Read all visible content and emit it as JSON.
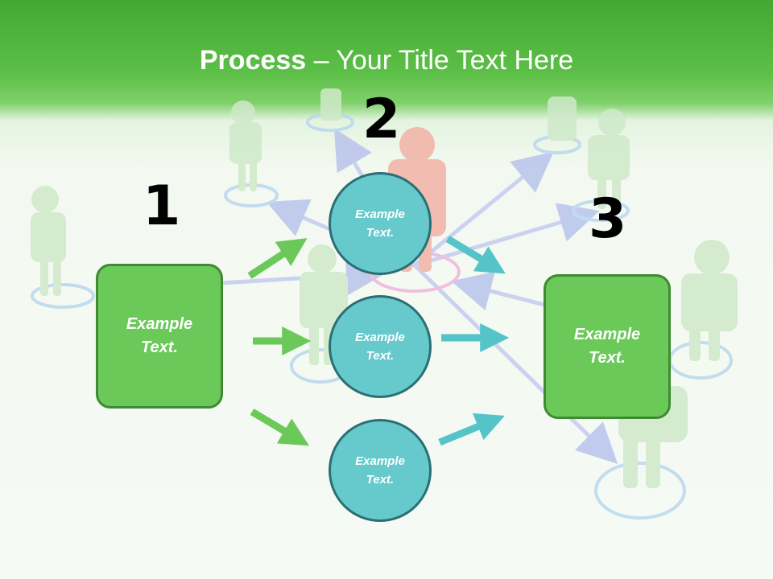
{
  "title": {
    "bold": "Process",
    "dash": " – ",
    "rest": "Your Title Text Here"
  },
  "steps": [
    {
      "number": "1"
    },
    {
      "number": "2"
    },
    {
      "number": "3"
    }
  ],
  "left_box": {
    "line1": "Example",
    "line2": "Text."
  },
  "right_box": {
    "line1": "Example",
    "line2": "Text."
  },
  "circles": [
    {
      "line1": "Example",
      "line2": "Text."
    },
    {
      "line1": "Example",
      "line2": "Text."
    },
    {
      "line1": "Example",
      "line2": "Text."
    }
  ],
  "colors": {
    "header_green": "#5cbf47",
    "box_fill": "#6bc95a",
    "box_border": "#3f8a32",
    "circle_fill": "#66c9cc",
    "circle_border": "#2a6f73",
    "arrow_green": "#6bc95a",
    "arrow_teal": "#55c4c8"
  }
}
